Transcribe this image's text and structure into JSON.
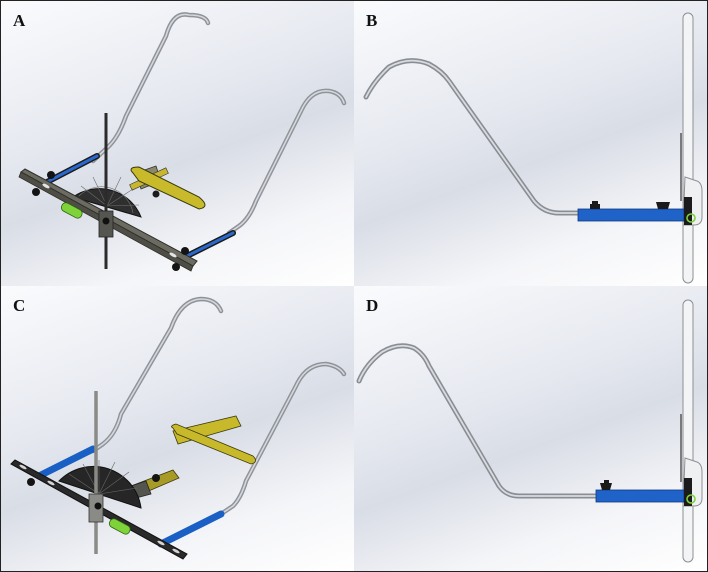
{
  "figure": {
    "panels": [
      {
        "label": "A",
        "view": "isometric view, configuration 1"
      },
      {
        "label": "B",
        "view": "side view, configuration 1"
      },
      {
        "label": "C",
        "view": "isometric view, configuration 2"
      },
      {
        "label": "D",
        "view": "side view, configuration 2"
      }
    ],
    "components": {
      "frame_rods": "curved metal hook rods",
      "sleeves": "blue adjustable sleeves",
      "protractor": "black semicircular protractor",
      "base_bar": "slotted base bar with knobs",
      "level": "green bubble level",
      "pointer": "vertical pointer rod",
      "foot_plate": "yellow T-shaped plate"
    },
    "colors": {
      "rod": "#a9adb3",
      "sleeve": "#1f63c9",
      "protractor": "#2a2a2a",
      "bar": "#6b6b63",
      "level": "#7fd13b",
      "plate": "#c4b82a",
      "border": "#222222"
    }
  }
}
